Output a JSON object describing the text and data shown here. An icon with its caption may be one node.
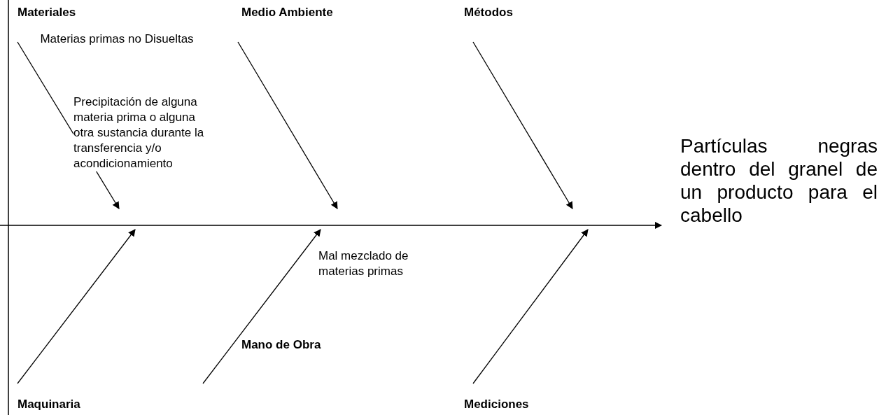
{
  "diagram": {
    "nodes": [
      {
        "text": [
          "Materiales"
        ]
      },
      {
        "text": [
          "Medio Ambiente"
        ]
      },
      {
        "text": [
          "Métodos"
        ]
      },
      {
        "text": [
          "Maquinaria"
        ]
      },
      {
        "text": [
          "Mano de Obra"
        ]
      },
      {
        "text": [
          "Mediciones"
        ]
      },
      {
        "text": [
          "Partículas negras dentro del granel de un producto para el cabello"
        ]
      }
    ],
    "edges": [
      {
        "from": 0,
        "to": null,
        "arrow": "to"
      },
      {
        "from": 1,
        "to": null,
        "arrow": "to"
      },
      {
        "from": 2,
        "to": null,
        "arrow": "to"
      },
      {
        "from": 3,
        "to": null,
        "arrow": "to"
      },
      {
        "from": 4,
        "to": null,
        "arrow": "to"
      },
      {
        "from": 5,
        "to": null,
        "arrow": "to"
      },
      {
        "from": null,
        "to": 6,
        "arrow": "to"
      }
    ],
    "labels": [
      "Materias primas no Disueltas",
      "Precipitación de alguna materia prima o alguna otra sustancia durante la transferencia y/o acondicionamiento",
      "Mal mezclado de materias primas"
    ]
  }
}
